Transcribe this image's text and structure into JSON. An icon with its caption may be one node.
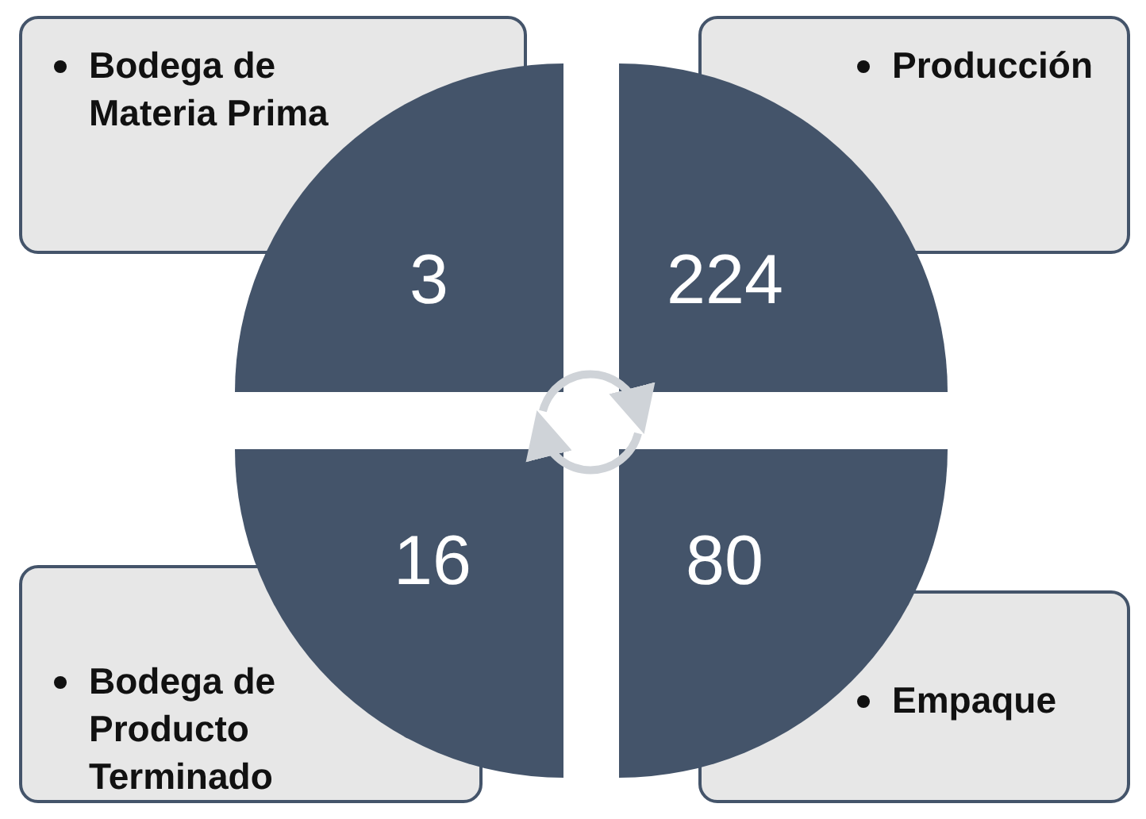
{
  "diagram": {
    "nodes": [
      {
        "text": [
          "Bodega de Materia Prima"
        ]
      },
      {
        "text": [
          "Producción"
        ]
      },
      {
        "text": [
          "3"
        ]
      },
      {
        "text": [
          "224"
        ]
      },
      {
        "text": [
          "16"
        ]
      },
      {
        "text": [
          "80"
        ]
      },
      {
        "text": [
          "Bodega de Producto Terminado"
        ]
      },
      {
        "text": [
          "Empaque"
        ]
      }
    ]
  }
}
